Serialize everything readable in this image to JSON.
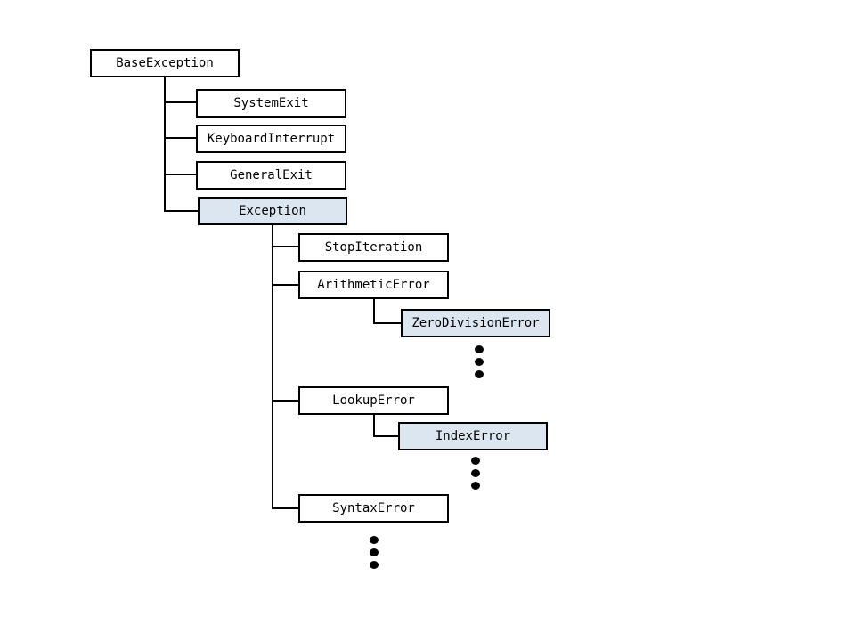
{
  "hierarchy": {
    "root": "BaseException",
    "base_children": [
      "SystemExit",
      "KeyboardInterrupt",
      "GeneralExit",
      "Exception"
    ],
    "exception_children": [
      "StopIteration",
      "ArithmeticError",
      "LookupError",
      "SyntaxError"
    ],
    "arithmetic_children": [
      "ZeroDivisionError"
    ],
    "lookup_children": [
      "IndexError"
    ]
  },
  "colors": {
    "highlight": "#dce6f1",
    "default_fill": "#ffffff",
    "stroke": "#000000"
  }
}
